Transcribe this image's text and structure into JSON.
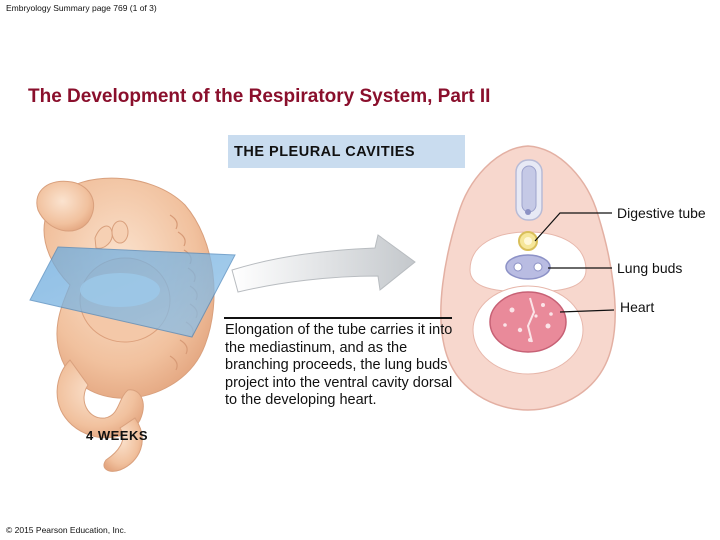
{
  "header": {
    "text": "Embryology Summary page 769 (1 of 3)"
  },
  "title": "The Development of the Respiratory System, Part II",
  "section": {
    "label": "THE PLEURAL CAVITIES"
  },
  "embryo": {
    "age_label": "4 WEEKS"
  },
  "caption": "Elongation of the tube carries it into the mediastinum, and as the branching proceeds, the lung buds project into the ventral cavity dorsal to the developing heart.",
  "labels": {
    "digestive": "Digestive tube",
    "lung": "Lung buds",
    "heart": "Heart"
  },
  "copyright": "© 2015 Pearson Education, Inc.",
  "colors": {
    "title": "#8a0f2c",
    "section_box": "#c9dcef",
    "embryo_skin": "#f2c7a6",
    "plane": "#7fb6e3",
    "section_tissue": "#f6d3c9",
    "heart": "#e98a9a"
  }
}
